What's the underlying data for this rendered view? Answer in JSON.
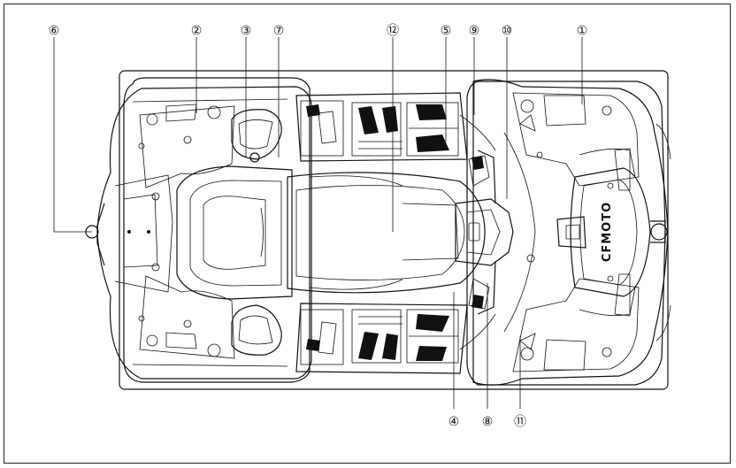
{
  "diagram": {
    "brand_text": "CFMOTO",
    "callouts": [
      {
        "id": "c6",
        "label": "⑥"
      },
      {
        "id": "c2",
        "label": "②"
      },
      {
        "id": "c3",
        "label": "③"
      },
      {
        "id": "c7",
        "label": "⑦"
      },
      {
        "id": "c12",
        "label": "⑫"
      },
      {
        "id": "c5",
        "label": "⑤"
      },
      {
        "id": "c9",
        "label": "⑨"
      },
      {
        "id": "c10",
        "label": "⑩"
      },
      {
        "id": "c1",
        "label": "①"
      },
      {
        "id": "c4",
        "label": "④"
      },
      {
        "id": "c8",
        "label": "⑧"
      },
      {
        "id": "c11",
        "label": "⑪"
      }
    ]
  }
}
